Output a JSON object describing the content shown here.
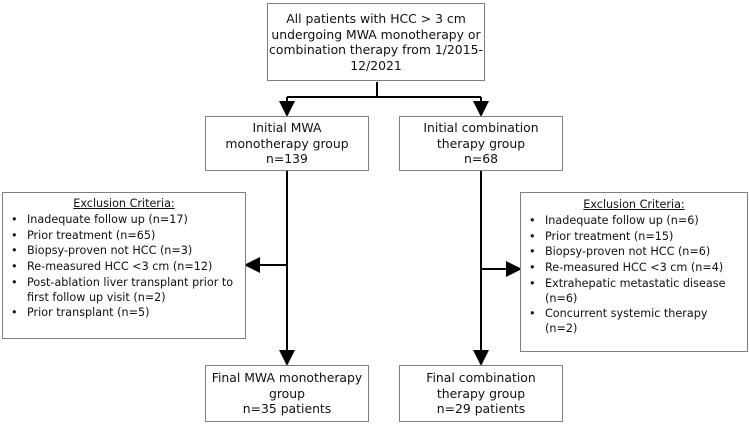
{
  "top_box": {
    "lines": [
      "All patients with HCC > 3 cm",
      "undergoing MWA monotherapy or",
      "combination therapy from 1/2015-",
      "12/2021"
    ]
  },
  "left_initial_box": {
    "lines": [
      "Initial MWA",
      "monotherapy group",
      "n=139"
    ]
  },
  "right_initial_box": {
    "lines": [
      "Initial combination",
      "therapy group",
      "n=68"
    ]
  },
  "left_exclusion": {
    "title": "Exclusion Criteria",
    "title_suffix": ":",
    "items": [
      "Inadequate follow up (n=17)",
      "Prior treatment  (n=65)",
      "Biopsy-proven not HCC (n=3)",
      "Re-measured HCC <3 cm (n=12)",
      "Post-ablation liver transplant prior to first follow up visit (n=2)",
      "Prior transplant (n=5)"
    ]
  },
  "right_exclusion": {
    "title": "Exclusion Criteria:",
    "items": [
      "Inadequate follow up (n=6)",
      "Prior treatment (n=15)",
      "Biopsy-proven not HCC (n=6)",
      "Re-measured HCC <3 cm (n=4)",
      "Extrahepatic metastatic disease (n=6)",
      "Concurrent systemic therapy (n=2)"
    ]
  },
  "left_final_box": {
    "lines": [
      "Final MWA monotherapy",
      "group",
      "n=35 patients"
    ]
  },
  "right_final_box": {
    "lines": [
      "Final combination",
      "therapy group",
      "n=29 patients"
    ]
  }
}
